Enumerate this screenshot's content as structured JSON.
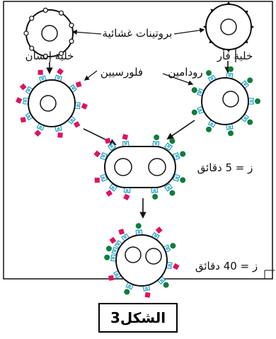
{
  "labels": {
    "membrane_proteins": "بروتينات غشائية",
    "human_cell": "خلية إنسان",
    "mouse_cell": "خلية فأر",
    "fluorescein": "فلورسيين",
    "rhodamine": "رودامين",
    "time_5": "ز = 5 دقائق",
    "time_40": "ز = 40 دقائق"
  },
  "caption": "الشكل3",
  "colors": {
    "fluorescein_marker": "#e0115f",
    "rhodamine_marker": "#0e7d3a",
    "protein_receptor": "#2aa7c9",
    "outline": "#111111"
  }
}
